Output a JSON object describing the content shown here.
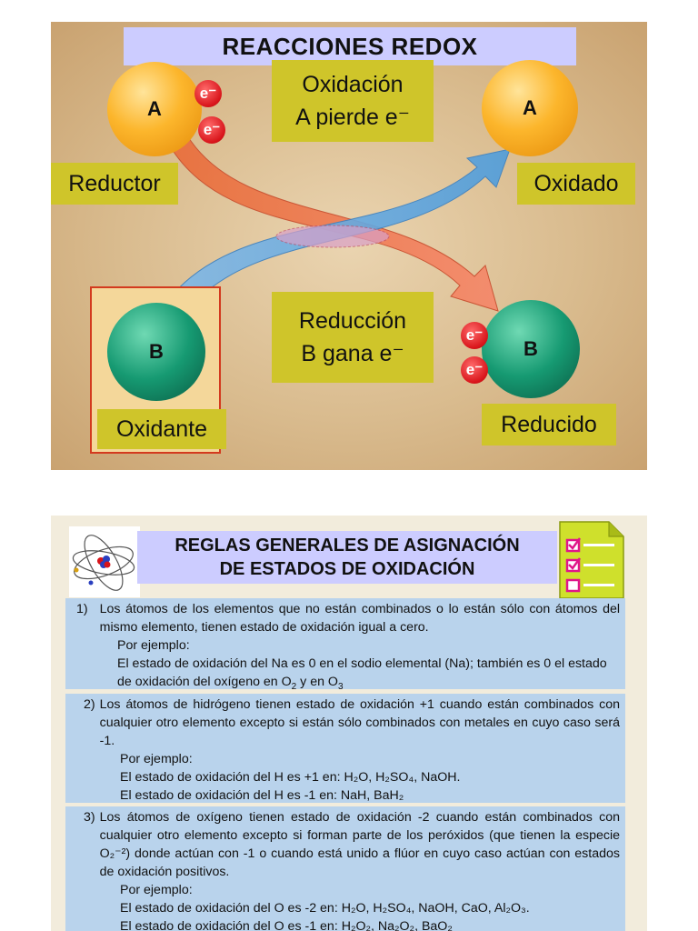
{
  "slide1": {
    "title": "REACCIONES REDOX",
    "oxidation": {
      "line1": "Oxidación",
      "line2": "A pierde e⁻"
    },
    "reduction": {
      "line1": "Reducción",
      "line2": "B gana e⁻"
    },
    "labels": {
      "reductor": "Reductor",
      "oxidado": "Oxidado",
      "oxidante": "Oxidante",
      "reducido": "Reducido"
    },
    "balls": {
      "a": "A",
      "b": "B"
    },
    "electron": "e⁻",
    "colors": {
      "title_bg": "#ccccff",
      "label_bg": "#cfc52a",
      "atom_a": "#fcb62c",
      "atom_b": "#169a72",
      "electron": "#d8141a",
      "oxidation_arrow": "#f07050",
      "reduction_arrow": "#6aaee0"
    }
  },
  "slide2": {
    "title_line1": "REGLAS GENERALES DE ASIGNACIÓN",
    "title_line2": "DE ESTADOS DE OXIDACIÓN",
    "icons": [
      "atom-icon",
      "checklist-icon"
    ],
    "rules": [
      {
        "number": "1)",
        "text": "Los átomos de los elementos que no están combinados o lo están sólo con átomos del mismo elemento, tienen estado de oxidación igual a cero.",
        "example_label": "Por ejemplo:",
        "example_1a": "El estado de oxidación del Na es 0 en el sodio elemental (Na); también es 0 el estado",
        "example_1b_pre": "de oxidación del oxígeno en O",
        "example_1b_sub1": "2",
        "example_1b_mid": " y en O",
        "example_1b_sub2": "3"
      },
      {
        "number": "2)",
        "text": "Los átomos de hidrógeno tienen estado de oxidación +1 cuando están combinados con cualquier otro elemento excepto si están sólo combinados con metales en cuyo caso será -1.",
        "example_label": "Por ejemplo:",
        "example_1": "El estado de oxidación del H es +1 en: H₂O, H₂SO₄, NaOH.",
        "example_2": "El estado de oxidación del H es -1 en: NaH, BaH₂"
      },
      {
        "number": "3)",
        "text": "Los átomos de oxígeno tienen estado de oxidación -2 cuando están combinados con cualquier otro elemento excepto si forman parte de los peróxidos (que tienen la especie O₂⁻²) donde actúan con -1 o cuando está unido a flúor en cuyo caso actúan con estados de oxidación positivos.",
        "example_label": "Por ejemplo:",
        "example_1": "El estado de oxidación del O es -2 en: H₂O, H₂SO₄, NaOH, CaO, Al₂O₃.",
        "example_2": "El estado de oxidación del O es -1 en: H₂O₂, Na₂O₂, BaO₂"
      }
    ],
    "colors": {
      "background": "#f2ecdc",
      "title_bg": "#ccccff",
      "rule_bg": "#b9d3ec",
      "checklist": "#cfe02c",
      "check_mark": "#e0158a"
    }
  }
}
